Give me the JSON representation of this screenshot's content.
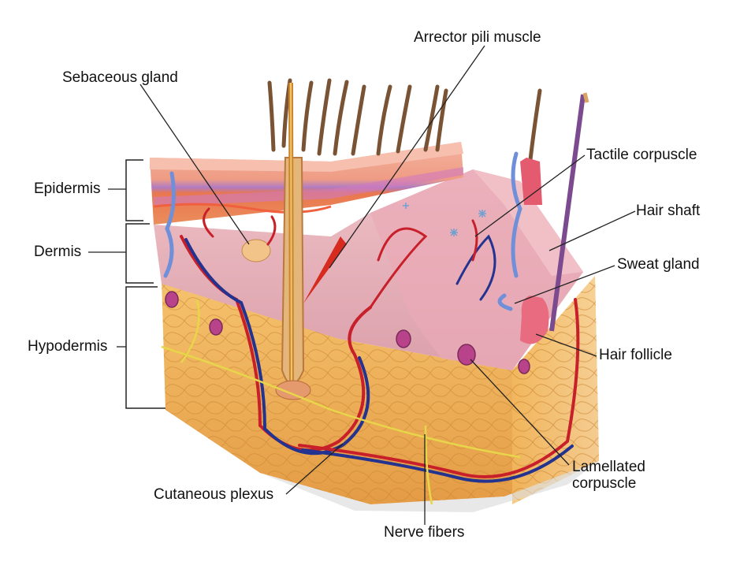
{
  "labels": {
    "arrector_pili_muscle": "Arrector pili muscle",
    "sebaceous_gland": "Sebaceous gland",
    "tactile_corpuscle": "Tactile corpuscle",
    "hair_shaft": "Hair shaft",
    "epidermis": "Epidermis",
    "dermis": "Dermis",
    "sweat_gland": "Sweat gland",
    "hypodermis": "Hypodermis",
    "hair_follicle": "Hair follicle",
    "lamellated_corpuscle_line1": "Lamellated",
    "lamellated_corpuscle_line2": "corpuscle",
    "cutaneous_plexus": "Cutaneous plexus",
    "nerve_fibers": "Nerve fibers"
  },
  "colors": {
    "epidermis_top": "#f0a58f",
    "epidermis_band": "#e87a55",
    "dermis": "#e8b3b8",
    "hypodermis": "#f1b45a",
    "artery": "#c8202a",
    "vein": "#23338f",
    "nerve": "#e8d64a",
    "hair": "#7a5334",
    "gland_blue": "#6f8fd9",
    "corpuscle": "#b8438a"
  }
}
